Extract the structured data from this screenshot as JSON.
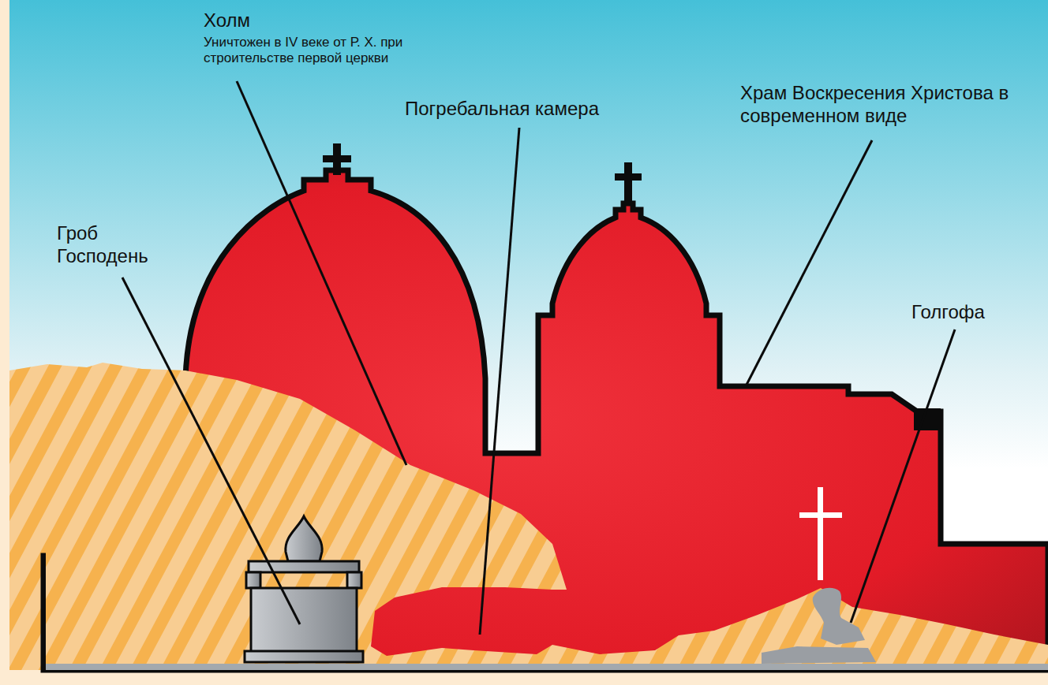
{
  "diagram": {
    "labels": [
      "Холм",
      "Уничтожен в IV веке от Р. Х. при строительстве первой церкви",
      "Погребальная камера",
      "Храм Воскресения Христова в современном виде",
      "Гроб Господень",
      "Голгофа"
    ]
  }
}
